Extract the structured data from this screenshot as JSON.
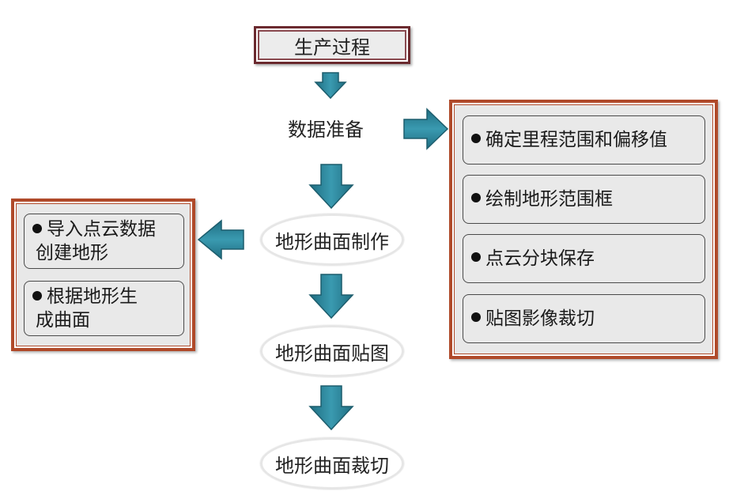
{
  "title": "生产过程",
  "steps": {
    "prep": "数据准备",
    "surface_make": "地形曲面制作",
    "surface_texture": "地形曲面贴图",
    "surface_clip": "地形曲面裁切"
  },
  "right_panel": {
    "items": [
      "确定里程范围和偏移值",
      "绘制地形范围框",
      "点云分块保存",
      "贴图影像裁切"
    ]
  },
  "left_panel": {
    "items": [
      {
        "line1": "导入点云数据",
        "line2": "创建地形"
      },
      {
        "line1": "根据地形生",
        "line2": "成曲面"
      }
    ]
  },
  "colors": {
    "arrow_fill": "#2f8aa0",
    "arrow_stroke": "#1d5d6d",
    "panel_border": "#b04a2a",
    "title_border": "#6b2a2f",
    "box_fill": "#e8e8e8"
  },
  "icons": {
    "down": "arrow-down-icon",
    "right": "arrow-right-icon",
    "left": "arrow-left-icon"
  }
}
